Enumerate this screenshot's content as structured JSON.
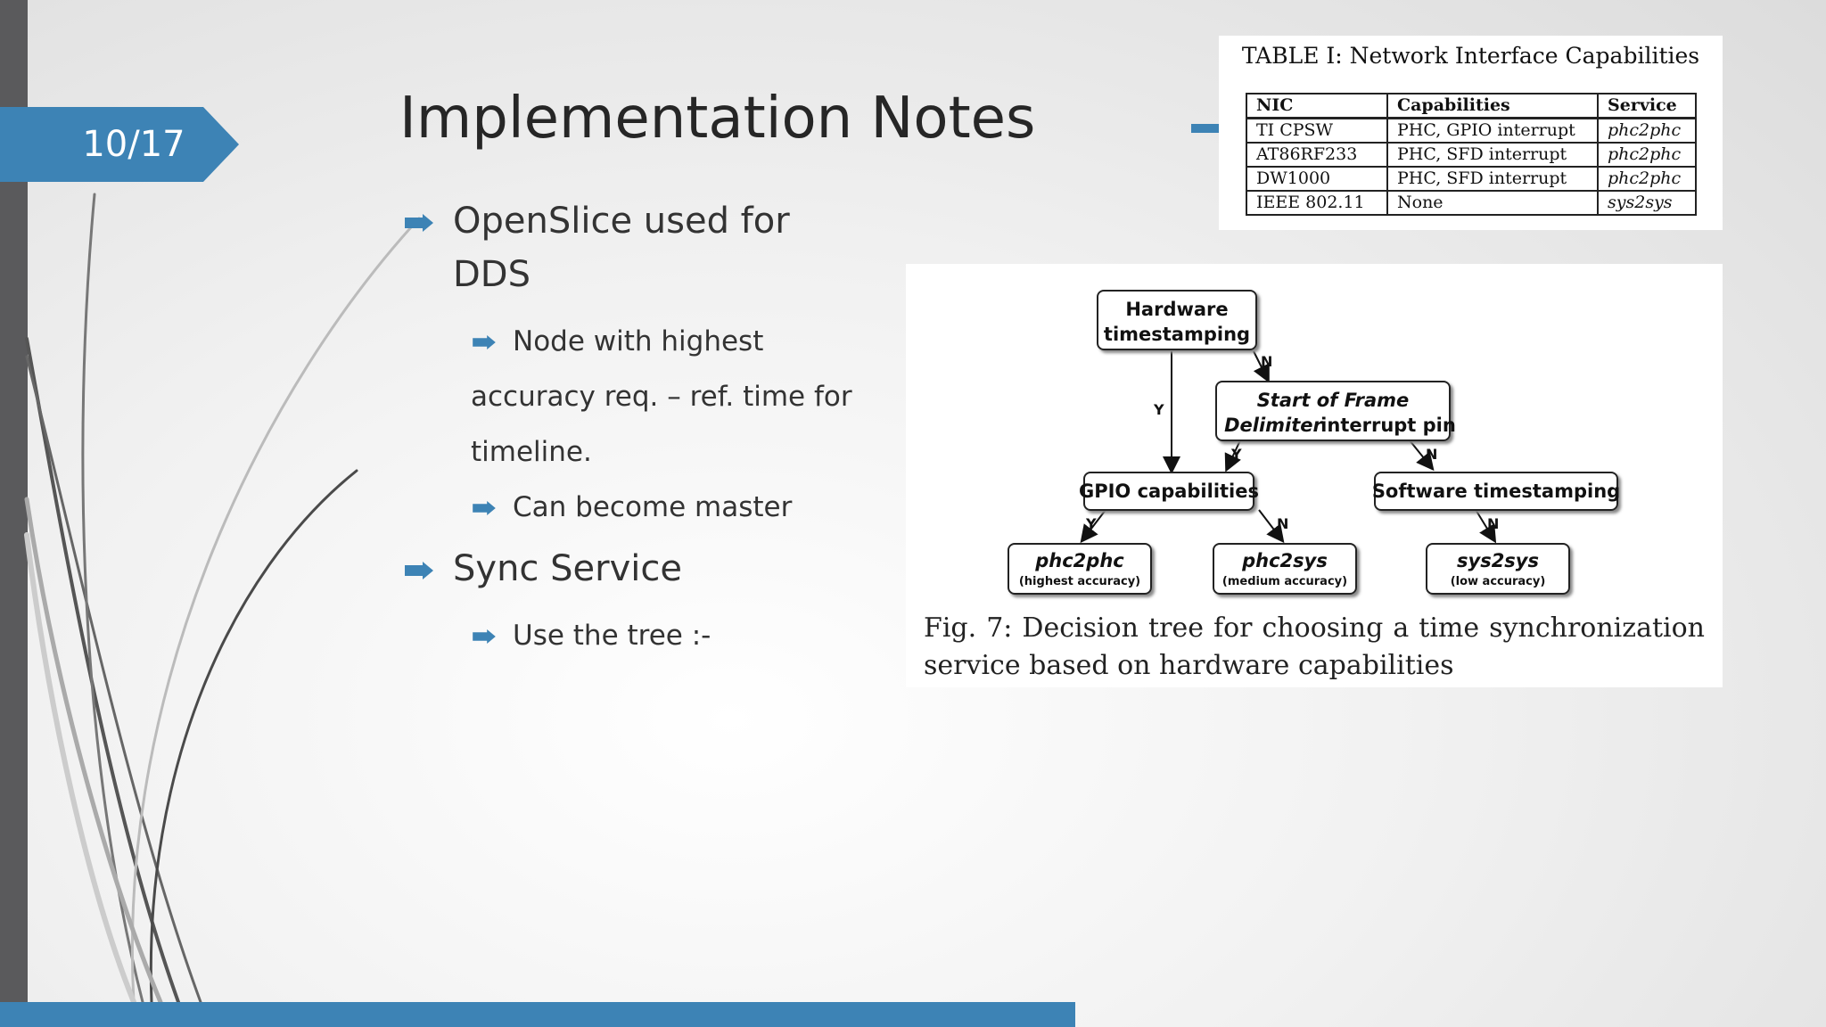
{
  "slide": {
    "page_number": "10/17",
    "title": "Implementation Notes",
    "bullets": [
      {
        "text": "OpenSlice used for DDS"
      },
      {
        "sub_1": "Node with highest",
        "sub_1b": "accuracy req. – ref. time for",
        "sub_1c": "timeline."
      },
      {
        "sub_2": "Can become master"
      },
      {
        "text": "Sync Service"
      },
      {
        "sub_3": "Use the tree :-"
      }
    ]
  },
  "table": {
    "caption": "TABLE I: Network Interface Capabilities",
    "headers": [
      "NIC",
      "Capabilities",
      "Service"
    ],
    "rows": [
      [
        "TI CPSW",
        "PHC, GPIO interrupt",
        "phc2phc"
      ],
      [
        "AT86RF233",
        "PHC, SFD interrupt",
        "phc2phc"
      ],
      [
        "DW1000",
        "PHC, SFD interrupt",
        "phc2phc"
      ],
      [
        "IEEE 802.11",
        "None",
        "sys2sys"
      ]
    ]
  },
  "tree": {
    "nodes": {
      "hw": [
        "Hardware",
        "timestamping"
      ],
      "sfd": [
        "Start of Frame",
        "Delimiter",
        "interrupt pin"
      ],
      "gpio": "GPIO capabilities",
      "sw": "Software timestamping",
      "phc2phc": [
        "phc2phc",
        "(highest accuracy)"
      ],
      "phc2sys": [
        "phc2sys",
        "(medium accuracy)"
      ],
      "sys2sys": [
        "sys2sys",
        "(low accuracy)"
      ]
    },
    "edge_labels": {
      "yes": "Y",
      "no": "N"
    },
    "caption": "Fig. 7: Decision tree for choosing a time synchronization service based on hardware capabilities"
  },
  "colors": {
    "accent": "#3d83b5",
    "left_bar": "#5a5a5c"
  }
}
